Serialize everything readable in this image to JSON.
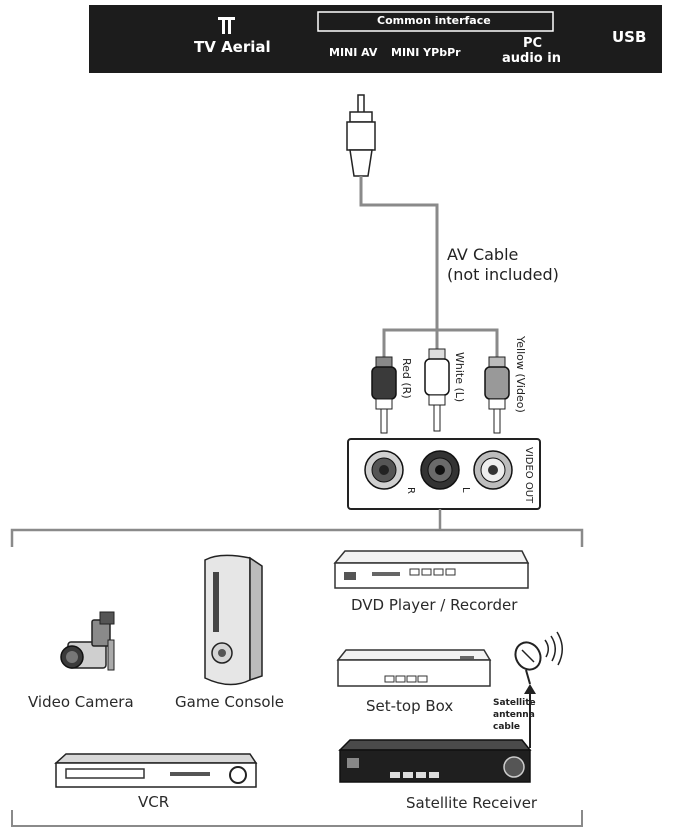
{
  "panel": {
    "tv_aerial": "TV Aerial",
    "common_interface": "Common interface",
    "mini_av": "MINI AV",
    "mini_ypbpr": "MINI YPbPr",
    "pc": "PC",
    "audio_in": "audio in",
    "usb": "USB"
  },
  "cable": {
    "line1": "AV Cable",
    "line2": "(not included)"
  },
  "plugs": {
    "red": "Red (R)",
    "white": "White (L)",
    "yellow": "Yellow (Video)"
  },
  "jacks": {
    "r": "R",
    "l": "L",
    "video_out": "VIDEO OUT"
  },
  "devices": {
    "dvd": "DVD Player / Recorder",
    "video_camera": "Video Camera",
    "game_console": "Game Console",
    "set_top_box": "Set-top Box",
    "satellite_cable_1": "Satellite",
    "satellite_cable_2": "antenna",
    "satellite_cable_3": "cable",
    "vcr": "VCR",
    "satellite_receiver": "Satellite Receiver"
  },
  "colors": {
    "panel_bg": "#1c1c1c",
    "cable": "#8a8a8a",
    "device_outline": "#333333"
  }
}
